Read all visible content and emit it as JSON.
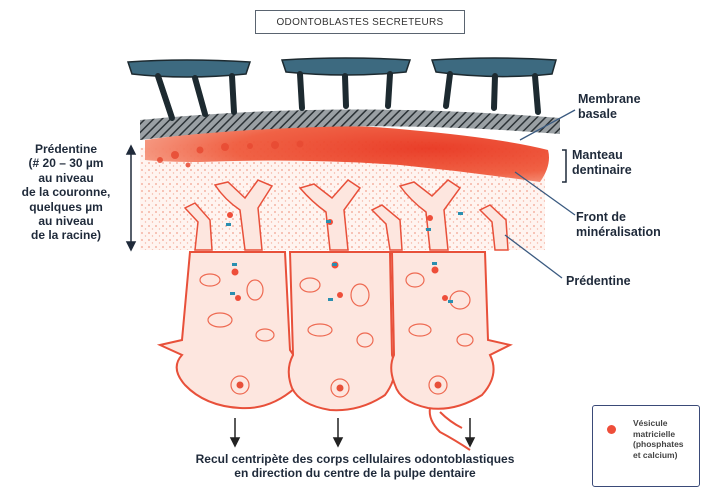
{
  "title": "ODONTOBLASTES SECRETEURS",
  "labels": {
    "predentine_left": "Prédentine\n(# 20 – 30 µm\nau niveau\nde la couronne,\nquelques µm\nau niveau\nde la racine)",
    "membrane_basale": "Membrane\nbasale",
    "manteau_dentinaire": "Manteau\ndentinaire",
    "front_mineralisation": "Front de\nminéralisation",
    "predentine_right": "Prédentine",
    "caption": "Recul centripète des corps cellulaires odontoblastiques\nen direction du centre de la pulpe dentaire"
  },
  "legend": {
    "text": "Vésicule\nmatricielle\n(phosphates\net calcium)"
  },
  "colors": {
    "cell_outline": "#e8503a",
    "cell_fill": "#fde6df",
    "mantle": "#e8351f",
    "membrane": "#2f3a40",
    "blue_bars": "#3d6a80",
    "blue_dot": "#2a8fb0",
    "label_text": "#1f2a3a",
    "leader_line": "#3a5a80"
  }
}
